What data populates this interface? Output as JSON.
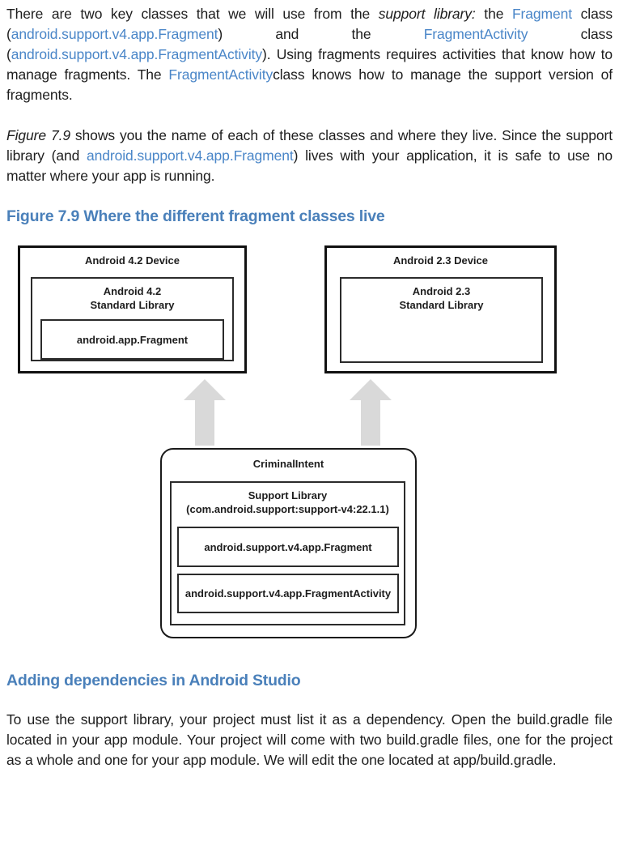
{
  "colors": {
    "link_blue": "#4a86c8",
    "heading_blue": "#4a80ba",
    "body_text": "#1d1d1d",
    "arrow_gray": "#d9d9d9"
  },
  "paragraphs": {
    "p1": [
      {
        "t": "There are two key classes that we will use from the ",
        "s": "plain"
      },
      {
        "t": "support library:",
        "s": "italic"
      },
      {
        "t": " the ",
        "s": "plain"
      },
      {
        "t": "Fragment",
        "s": "blue"
      },
      {
        "t": " class (",
        "s": "plain"
      },
      {
        "t": "android.support.v4.app.Fragment",
        "s": "blue"
      },
      {
        "t": ") and the ",
        "s": "plain"
      },
      {
        "t": "FragmentActivity",
        "s": "blue"
      },
      {
        "t": " class (",
        "s": "plain"
      },
      {
        "t": "android.support.v4.app.FragmentActivity",
        "s": "blue"
      },
      {
        "t": "). Using fragments requires activities that know how to manage fragments. The ",
        "s": "plain"
      },
      {
        "t": "FragmentActivity",
        "s": "blue"
      },
      {
        "t": "class knows how to manage the support version of fragments.",
        "s": "plain"
      }
    ],
    "p2": [
      {
        "t": "Figure 7.9",
        "s": "italic"
      },
      {
        "t": " shows you the name of each of these classes and where they live. Since the support library (and ",
        "s": "plain"
      },
      {
        "t": "android.support.v4.app.Fragment",
        "s": "blue"
      },
      {
        "t": ") lives with your application, it is safe to use no matter where your app is running.",
        "s": "plain"
      }
    ],
    "p3": [
      {
        "t": "To use the support library, your project must list it as a dependency. Open the build.gradle file located in your app module. Your project will come with two build.gradle files, one for the project as a whole and one for your app module. We will edit the one located at app/build.gradle.",
        "s": "plain"
      }
    ]
  },
  "figure": {
    "heading": "Figure 7.9 Where the different fragment classes live",
    "left_device": {
      "title": "Android 4.2 Device",
      "library_title_line1": "Android 4.2",
      "library_title_line2": "Standard Library",
      "fragment_class": "android.app.Fragment"
    },
    "right_device": {
      "title": "Android 2.3 Device",
      "library_title_line1": "Android 2.3",
      "library_title_line2": "Standard Library"
    },
    "app": {
      "title": "CriminalIntent",
      "support_title_line1": "Support Library",
      "support_title_line2": "(com.android.support:support-v4:22.1.1)",
      "classes": [
        "android.support.v4.app.Fragment",
        "android.support.v4.app.FragmentActivity"
      ]
    }
  },
  "section_heading": "Adding dependencies in Android Studio"
}
